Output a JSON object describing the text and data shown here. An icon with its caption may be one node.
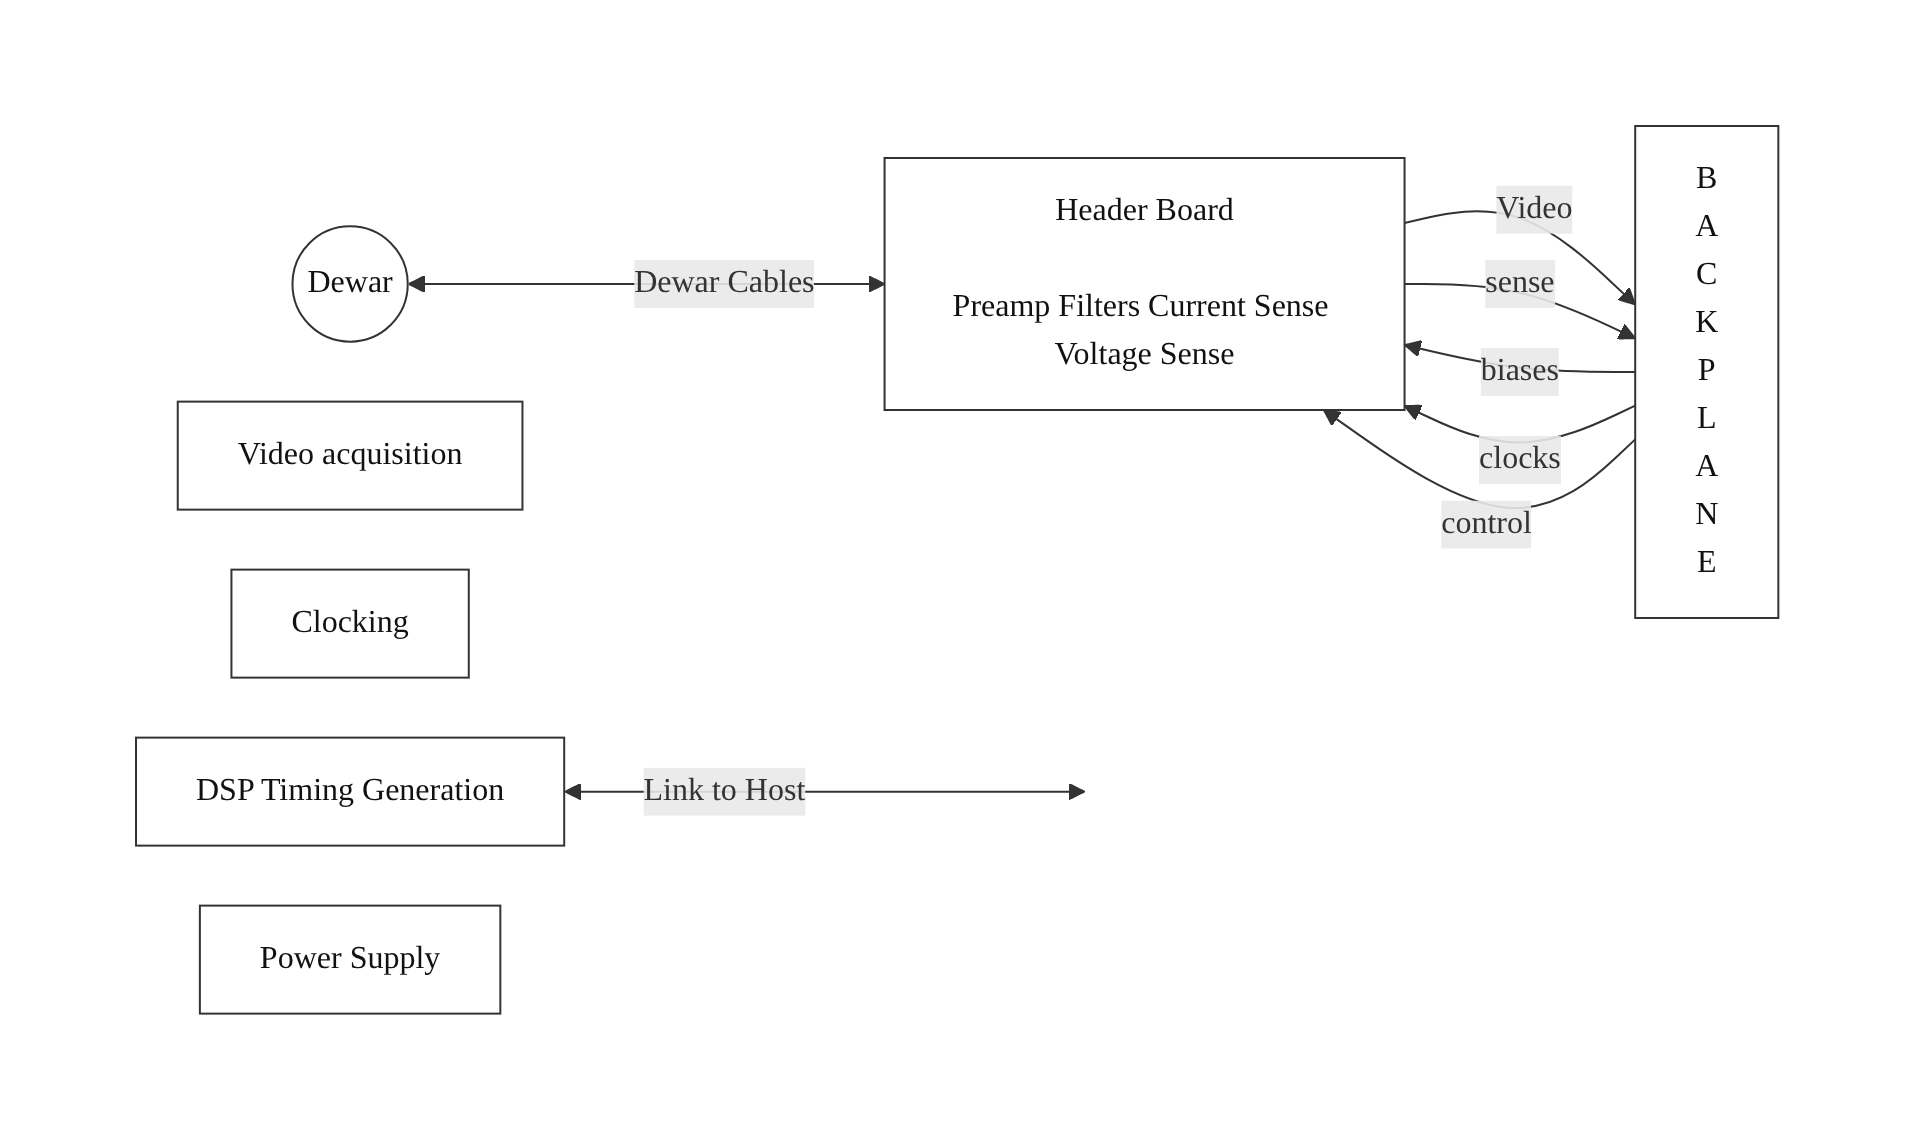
{
  "diagram": {
    "nodes": [
      {
        "text": [
          "Dewar"
        ]
      },
      {
        "text": [
          "Header Board",
          "Preamp Filters Current Sense Voltage Sense"
        ]
      },
      {
        "text": [
          "B A C K P L A N E"
        ]
      },
      {
        "text": [
          "Video acquisition"
        ]
      },
      {
        "text": [
          "Clocking"
        ]
      },
      {
        "text": [
          "DSP Timing Generation"
        ]
      },
      {
        "text": [
          "Power Supply"
        ]
      }
    ],
    "edges": [
      {
        "from": 0,
        "to": 1,
        "label": "Dewar Cables",
        "arrow": "both"
      },
      {
        "from": 1,
        "to": 2,
        "label": "Video",
        "arrow": "to"
      },
      {
        "from": 2,
        "to": 1,
        "label": "biases",
        "arrow": "to"
      },
      {
        "from": 2,
        "to": 1,
        "label": "clocks",
        "arrow": "to"
      },
      {
        "from": 2,
        "to": 1,
        "label": "control",
        "arrow": "to"
      },
      {
        "from": 1,
        "to": 2,
        "label": "sense",
        "arrow": "to"
      },
      {
        "from": 5,
        "to": null,
        "label": "Link to Host",
        "arrow": "both"
      }
    ]
  }
}
